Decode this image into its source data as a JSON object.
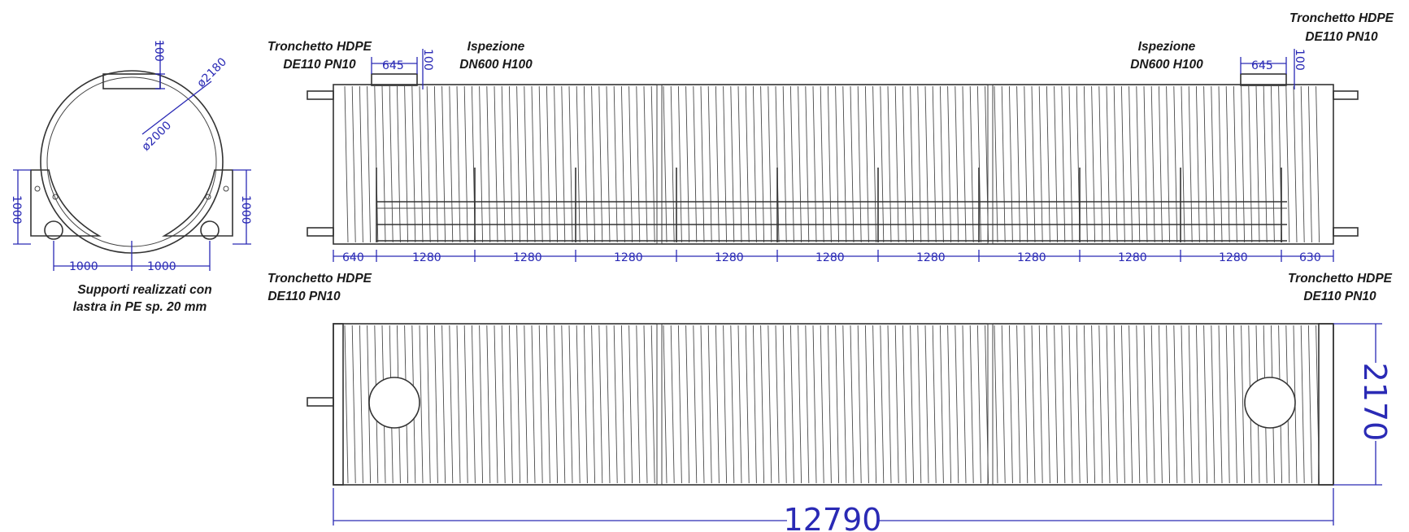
{
  "labels": {
    "stub_top_left": [
      "Tronchetto HDPE",
      "DE110 PN10"
    ],
    "stub_top_right": [
      "Tronchetto HDPE",
      "DE110 PN10"
    ],
    "stub_bottom_left": [
      "Tronchetto HDPE",
      "DE110 PN10"
    ],
    "stub_bottom_right": [
      "Tronchetto HDPE",
      "DE110 PN10"
    ],
    "inspection_left": [
      "Ispezione",
      "DN600 H100"
    ],
    "inspection_right": [
      "Ispezione",
      "DN600 H100"
    ],
    "supports_note": [
      "Supporti realizzati con",
      "lastra in PE sp. 20 mm"
    ]
  },
  "section_dims": {
    "top": "100",
    "outer_diameter": "ø2180",
    "inner_diameter": "ø2000",
    "left_height": "1000",
    "right_height": "1000",
    "left_width": "1000",
    "right_width": "1000"
  },
  "elevation_dims": {
    "inspection_offset_left": "645",
    "inspection_height_left": "100",
    "inspection_offset_right": "645",
    "inspection_height_right": "100",
    "segments": [
      "640",
      "1280",
      "1280",
      "1280",
      "1280",
      "1280",
      "1280",
      "1280",
      "1280",
      "1280",
      "630"
    ]
  },
  "plan_dims": {
    "total_length": "12790",
    "height": "2170"
  },
  "colors": {
    "dimension": "#2a2ab5",
    "outline": "#333333",
    "text": "#1a1a1a"
  }
}
